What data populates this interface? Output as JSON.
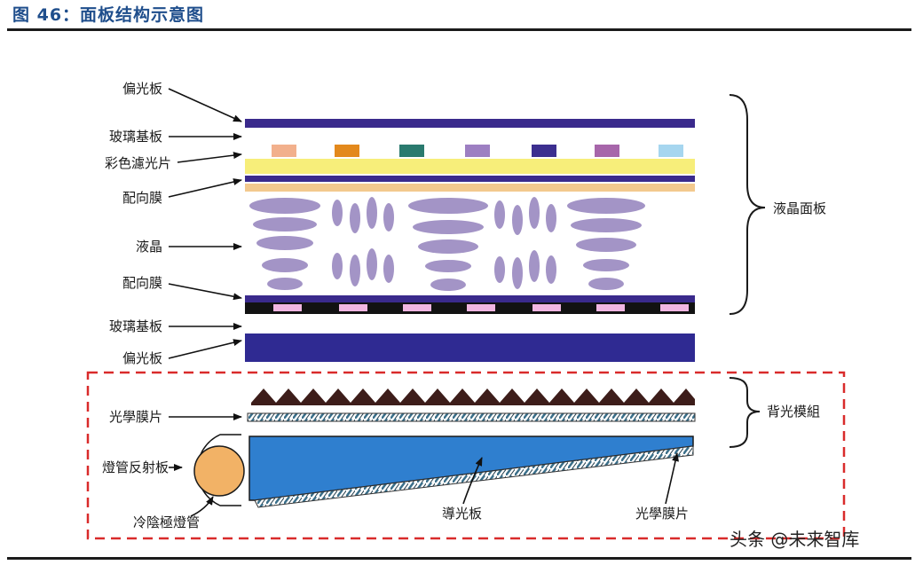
{
  "figure": {
    "title": "图 46：面板结构示意图"
  },
  "labels": {
    "polarizer_top": "偏光板",
    "glass_top": "玻璃基板",
    "color_filter": "彩色濾光片",
    "alignment_top": "配向膜",
    "liquid_crystal": "液晶",
    "alignment_bottom": "配向膜",
    "glass_bottom": "玻璃基板",
    "polarizer_bottom": "偏光板",
    "optical_film": "光學膜片",
    "lamp_reflector": "燈管反射板",
    "ccfl": "冷陰極燈管",
    "light_guide": "導光板",
    "optical_film_bottom": "光學膜片",
    "lcd_panel": "液晶面板",
    "backlight_module": "背光模組"
  },
  "colors": {
    "polarizer": "#3a2a8c",
    "polarizer_bottom": "#2f2a92",
    "filter_yellow": "#f7ee7a",
    "filter_peach": "#f3c98e",
    "lc_ellipse": "#a394c6",
    "light_guide": "#2f7fcf",
    "prism": "#3d1d1a",
    "lamp": "#f2b266",
    "dash_border": "#d92b2b",
    "title": "#1f4e8c"
  },
  "color_filter_cells": [
    "#f2b08c",
    "#e3891c",
    "#2a7a6e",
    "#9d7fc2",
    "#3c2f8f",
    "#a766aa",
    "#a6d6ef"
  ],
  "watermark": "头条 @未来智库"
}
